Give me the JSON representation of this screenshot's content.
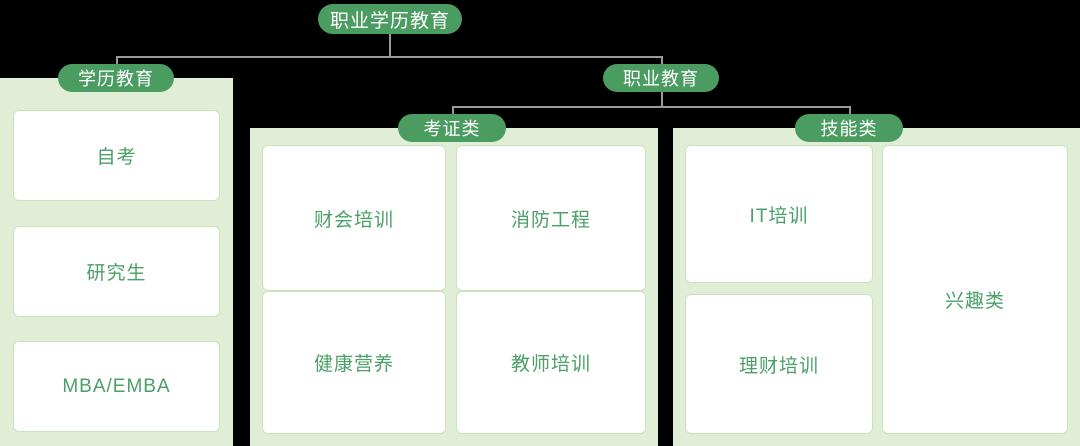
{
  "diagram": {
    "root": {
      "label": "职业学历教育"
    },
    "branches": [
      {
        "label": "学历教育"
      },
      {
        "label": "职业教育"
      }
    ],
    "sub_branches": [
      {
        "label": "考证类"
      },
      {
        "label": "技能类"
      }
    ],
    "groups": [
      {
        "name": "academic-education",
        "badge": "学历教育",
        "cards": [
          "自考",
          "研究生",
          "MBA/EMBA"
        ]
      },
      {
        "name": "certification",
        "badge": "考证类",
        "cards": [
          "财会培训",
          "消防工程",
          "健康营养",
          "教师培训"
        ]
      },
      {
        "name": "skills",
        "badge": "技能类",
        "cards": [
          "IT培训",
          "理财培训",
          "兴趣类"
        ]
      }
    ]
  },
  "colors": {
    "badge_green": "#4a9c60",
    "group_bg": "#dfeed4",
    "card_bg": "#ffffff",
    "card_border": "#cbe3bb",
    "card_text": "#4aa068",
    "line": "#9a9a9a",
    "page_bg": "#000000"
  }
}
